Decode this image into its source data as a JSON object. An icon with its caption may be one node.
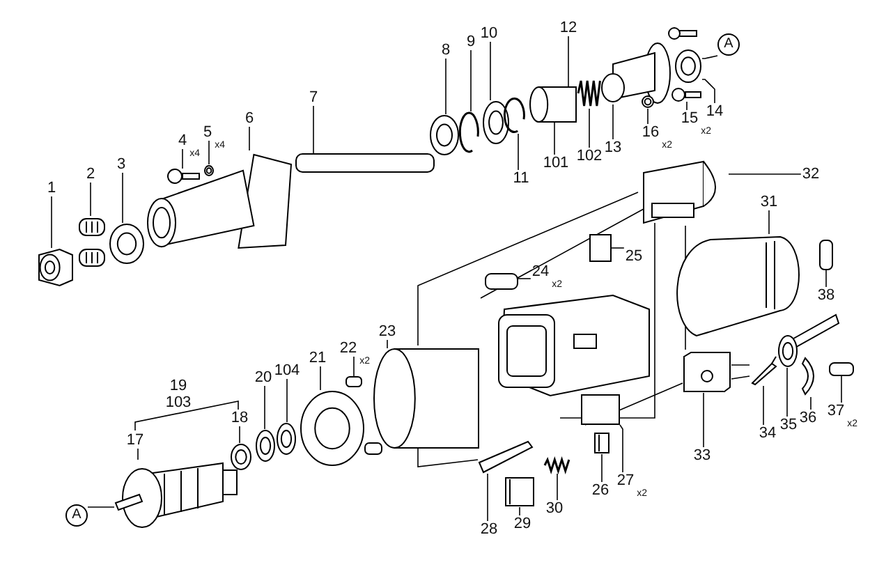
{
  "diagram": {
    "nodes": [
      {
        "text": [
          "1"
        ]
      },
      {
        "text": [
          "2"
        ]
      },
      {
        "text": [
          "3"
        ]
      },
      {
        "text": [
          "4"
        ],
        "beside": [
          "x4"
        ]
      },
      {
        "text": [
          "5"
        ],
        "beside": [
          "x4"
        ]
      },
      {
        "text": [
          "6"
        ]
      },
      {
        "text": [
          "7"
        ]
      },
      {
        "text": [
          "8"
        ]
      },
      {
        "text": [
          "9"
        ]
      },
      {
        "text": [
          "10"
        ]
      },
      {
        "text": [
          "12"
        ]
      },
      {
        "text": [
          "11"
        ]
      },
      {
        "text": [
          "101"
        ]
      },
      {
        "text": [
          "102"
        ]
      },
      {
        "text": [
          "13"
        ]
      },
      {
        "text": [
          "A"
        ]
      },
      {
        "text": [
          "14"
        ]
      },
      {
        "text": [
          "16"
        ],
        "beside": [
          "x2"
        ]
      },
      {
        "text": [
          "15"
        ],
        "beside": [
          "x2"
        ]
      },
      {
        "text": [
          "32"
        ]
      },
      {
        "text": [
          "31"
        ]
      },
      {
        "text": [
          "38"
        ]
      },
      {
        "text": [
          "25"
        ]
      },
      {
        "text": [
          "24"
        ],
        "beside": [
          "x2"
        ]
      },
      {
        "text": [
          "23"
        ]
      },
      {
        "text": [
          "22"
        ],
        "beside": [
          "x2"
        ]
      },
      {
        "text": [
          "21"
        ]
      },
      {
        "text": [
          "104"
        ]
      },
      {
        "text": [
          "20"
        ]
      },
      {
        "text": [
          "18"
        ]
      },
      {
        "text": [
          "17"
        ]
      },
      {
        "text": [
          "A"
        ]
      },
      {
        "text": [
          "33"
        ]
      },
      {
        "text": [
          "34"
        ]
      },
      {
        "text": [
          "35"
        ]
      },
      {
        "text": [
          "36"
        ]
      },
      {
        "text": [
          "37"
        ],
        "beside": [
          "x2"
        ]
      },
      {
        "text": [
          "28"
        ]
      },
      {
        "text": [
          "29"
        ]
      },
      {
        "text": [
          "30"
        ]
      },
      {
        "text": [
          "26"
        ]
      },
      {
        "text": [
          "27"
        ],
        "beside": [
          "x2"
        ]
      },
      {
        "text": [],
        "shape": "picture"
      },
      {
        "text": [],
        "shape": "picture"
      },
      {
        "text": [],
        "shape": "picture"
      },
      {
        "text": [],
        "shape": "picture"
      },
      {
        "text": [],
        "shape": "picture"
      },
      {
        "text": [],
        "shape": "picture"
      },
      {
        "text": [],
        "shape": "bar"
      },
      {
        "text": [],
        "shape": "picture"
      },
      {
        "text": [],
        "shape": "picture"
      },
      {
        "text": [],
        "shape": "picture"
      },
      {
        "text": [],
        "shape": "picture"
      },
      {
        "text": [],
        "shape": "cylinder"
      },
      {
        "text": [],
        "shape": "picture"
      },
      {
        "text": [],
        "shape": "picture"
      },
      {
        "text": [],
        "shape": "picture"
      },
      {
        "text": [],
        "shape": "picture"
      },
      {
        "text": [],
        "shape": "picture"
      },
      {
        "text": [],
        "shape": "picture"
      },
      {
        "text": [],
        "shape": "picture"
      },
      {
        "text": [],
        "shape": "bar"
      },
      {
        "text": [],
        "shape": "box"
      },
      {
        "text": [],
        "shape": "bar"
      },
      {
        "text": [],
        "shape": "cylinder"
      },
      {
        "text": [],
        "shape": "bar"
      },
      {
        "text": [],
        "shape": "picture"
      },
      {
        "text": [],
        "shape": "picture"
      },
      {
        "text": [],
        "shape": "picture"
      },
      {
        "text": [],
        "shape": "picture"
      },
      {
        "text": [],
        "shape": "picture"
      },
      {
        "text": [],
        "shape": "picture"
      },
      {
        "text": [],
        "shape": "picture"
      },
      {
        "text": [],
        "shape": "picture"
      },
      {
        "text": [],
        "shape": "picture"
      },
      {
        "text": [],
        "shape": "bar"
      },
      {
        "text": [],
        "shape": "picture"
      },
      {
        "text": [],
        "shape": "picture"
      },
      {
        "text": [],
        "shape": "picture"
      },
      {
        "text": [],
        "shape": "picture"
      },
      {
        "text": [],
        "shape": "box"
      }
    ],
    "edges": [
      {
        "from": 0,
        "to": 42,
        "arrow": "none"
      },
      {
        "from": 1,
        "to": 43,
        "arrow": "none"
      },
      {
        "from": 2,
        "to": 44,
        "arrow": "none"
      },
      {
        "from": 3,
        "to": 45,
        "arrow": "none"
      },
      {
        "from": 4,
        "to": 46,
        "arrow": "none"
      },
      {
        "from": 5,
        "to": 47,
        "arrow": "none"
      },
      {
        "from": 6,
        "to": 48,
        "arrow": "none"
      },
      {
        "from": 7,
        "to": 49,
        "arrow": "none"
      },
      {
        "from": 8,
        "to": 50,
        "arrow": "none"
      },
      {
        "from": 9,
        "to": 51,
        "arrow": "none"
      },
      {
        "from": 10,
        "to": 53,
        "arrow": "none"
      },
      {
        "from": 11,
        "to": 52,
        "arrow": "none"
      },
      {
        "from": 12,
        "to": 53,
        "arrow": "none"
      },
      {
        "from": 13,
        "to": 54,
        "arrow": "none"
      },
      {
        "from": 14,
        "to": 55,
        "arrow": "none"
      },
      {
        "from": 15,
        "to": 56,
        "arrow": "none"
      },
      {
        "from": 16,
        "to": 56,
        "arrow": "none"
      },
      {
        "from": 17,
        "to": 57,
        "arrow": "none"
      },
      {
        "from": 18,
        "to": 58,
        "arrow": "none"
      },
      {
        "from": 19,
        "to": 59,
        "arrow": "none"
      },
      {
        "from": 20,
        "to": 60,
        "arrow": "none"
      },
      {
        "from": 21,
        "to": 61,
        "arrow": "none"
      },
      {
        "from": 22,
        "to": 62,
        "arrow": "none"
      },
      {
        "from": 23,
        "to": 63,
        "arrow": "none"
      },
      {
        "from": 24,
        "to": 64,
        "arrow": "none"
      },
      {
        "from": 25,
        "to": 65,
        "arrow": "none"
      },
      {
        "from": 26,
        "to": 66,
        "arrow": "none"
      },
      {
        "from": 27,
        "to": 67,
        "arrow": "none"
      },
      {
        "from": 28,
        "to": 68,
        "arrow": "none"
      },
      {
        "from": 29,
        "to": 69,
        "arrow": "none"
      },
      {
        "from": 30,
        "to": 70,
        "arrow": "none"
      },
      {
        "from": 31,
        "to": 70,
        "arrow": "none"
      },
      {
        "from": 32,
        "to": 71,
        "arrow": "none"
      },
      {
        "from": 33,
        "to": 72,
        "arrow": "none"
      },
      {
        "from": 34,
        "to": 73,
        "arrow": "none"
      },
      {
        "from": 35,
        "to": 74,
        "arrow": "none"
      },
      {
        "from": 36,
        "to": 75,
        "arrow": "none"
      },
      {
        "from": 37,
        "to": 76,
        "arrow": "none"
      },
      {
        "from": 38,
        "to": 77,
        "arrow": "none"
      },
      {
        "from": 39,
        "to": 78,
        "arrow": "none"
      },
      {
        "from": 40,
        "to": 79,
        "arrow": "none"
      },
      {
        "from": 41,
        "to": 80,
        "arrow": "none"
      }
    ],
    "labels": [
      "19",
      "103"
    ]
  }
}
